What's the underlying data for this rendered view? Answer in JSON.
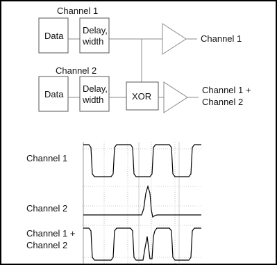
{
  "diagram": {
    "channel1_header": "Channel 1",
    "channel2_header": "Channel 2",
    "row1": {
      "data_box": "Data",
      "delay_line1": "Delay,",
      "delay_line2": "width",
      "output_label": "Channel 1"
    },
    "row2": {
      "data_box": "Data",
      "delay_line1": "Delay,",
      "delay_line2": "width",
      "xor_box": "XOR",
      "output_line1": "Channel 1 +",
      "output_line2": "Channel 2"
    }
  },
  "scope": {
    "trace1_label": "Channel 1",
    "trace2_label": "Channel 2",
    "trace3_line1": "Channel 1 +",
    "trace3_line2": "Channel 2"
  }
}
